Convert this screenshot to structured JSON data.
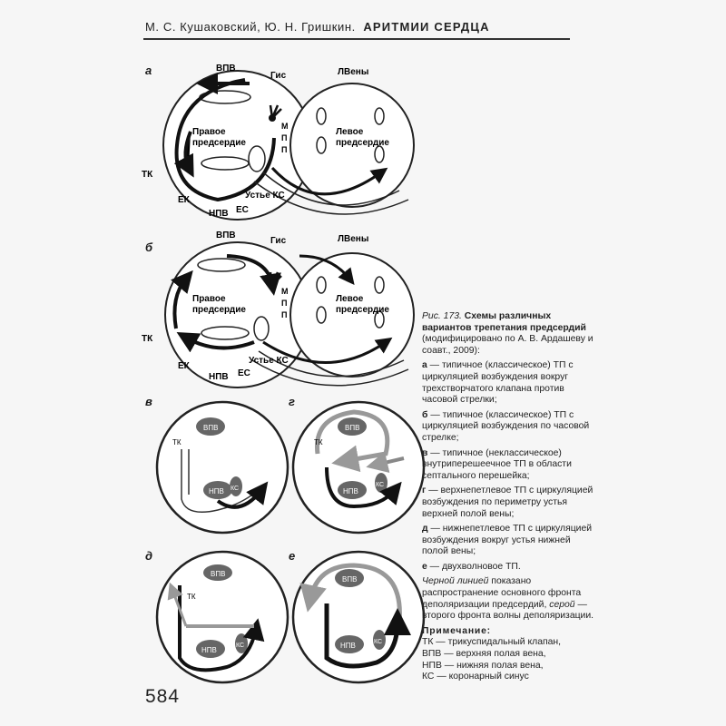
{
  "header": {
    "authors": "М. С. Кушаковский, Ю. Н. Гришкин.",
    "book_title": "АРИТМИИ  СЕРДЦА"
  },
  "panels": {
    "a": {
      "letter": "а",
      "labels": {
        "vpv": "ВПВ",
        "gis": "Гис",
        "lveny": "ЛВены",
        "mpp": [
          "М",
          "П",
          "П"
        ],
        "right_atrium_1": "Правое",
        "right_atrium_2": "предсердие",
        "left_atrium_1": "Левое",
        "left_atrium_2": "предсердие",
        "tk": "ТК",
        "ek": "ЕК",
        "npv": "НПВ",
        "es": "ЕС",
        "ustye_ks": "Устье КС"
      }
    },
    "b": {
      "letter": "б",
      "labels": {
        "vpv": "ВПВ",
        "gis": "Гис",
        "lveny": "ЛВены",
        "mpp": [
          "М",
          "П",
          "П"
        ],
        "right_atrium_1": "Правое",
        "right_atrium_2": "предсердие",
        "left_atrium_1": "Левое",
        "left_atrium_2": "предсердие",
        "tk": "ТК",
        "ek": "ЕК",
        "npv": "НПВ",
        "es": "ЕС",
        "ustye_ks": "Устье КС"
      }
    },
    "v": {
      "letter": "в",
      "labels": {
        "vpv": "ВПВ",
        "tk": "ТК",
        "npv": "НПВ",
        "ks": "КС"
      }
    },
    "g": {
      "letter": "г",
      "labels": {
        "vpv": "ВПВ",
        "tk": "ТК",
        "npv": "НПВ",
        "ks": "КС"
      }
    },
    "d": {
      "letter": "д",
      "labels": {
        "vpv": "ВПВ",
        "tk": "ТК",
        "npv": "НПВ",
        "ks": "КС"
      }
    },
    "e": {
      "letter": "е",
      "labels": {
        "vpv": "ВПВ",
        "npv": "НПВ",
        "ks": "КС"
      }
    }
  },
  "caption": {
    "fig_no": "Рис. 173.",
    "title": "Схемы различных вариантов трепетания предсердий",
    "title_note": "(модифицировано по А. В. Ардашеву и соавт., 2009):",
    "items": [
      {
        "key": "а",
        "text": "— типичное (классическое) ТП с циркуляцией возбуждения вокруг трехстворчатого клапана против часовой стрелки;"
      },
      {
        "key": "б",
        "text": "— типичное (классическое) ТП с циркуляцией возбуждения по часовой стрелке;"
      },
      {
        "key": "в",
        "text": "— типичное (неклассическое) внутриперешеечное ТП в области септального перешейка;"
      },
      {
        "key": "г",
        "text": "— верхнепетлевое ТП с циркуляцией возбуждения по периметру устья верхней полой вены;"
      },
      {
        "key": "д",
        "text": "— нижнепетлевое ТП с циркуляцией возбуждения вокруг устья нижней полой вены;"
      },
      {
        "key": "е",
        "text": "— двухволновое ТП."
      }
    ],
    "legend_black": "Черной линией",
    "legend_black_rest": "показано распространение основного фронта деполяризации предсердий,",
    "legend_gray": "серой",
    "legend_gray_rest": "— второго фронта волны деполяризации.",
    "note_title": "Примечание:",
    "notes": [
      "ТК — трикуспидальный клапан,",
      "ВПВ — верхняя полая вена,",
      "НПВ — нижняя полая вена,",
      "КС — коронарный синус"
    ]
  },
  "page_number": "584"
}
